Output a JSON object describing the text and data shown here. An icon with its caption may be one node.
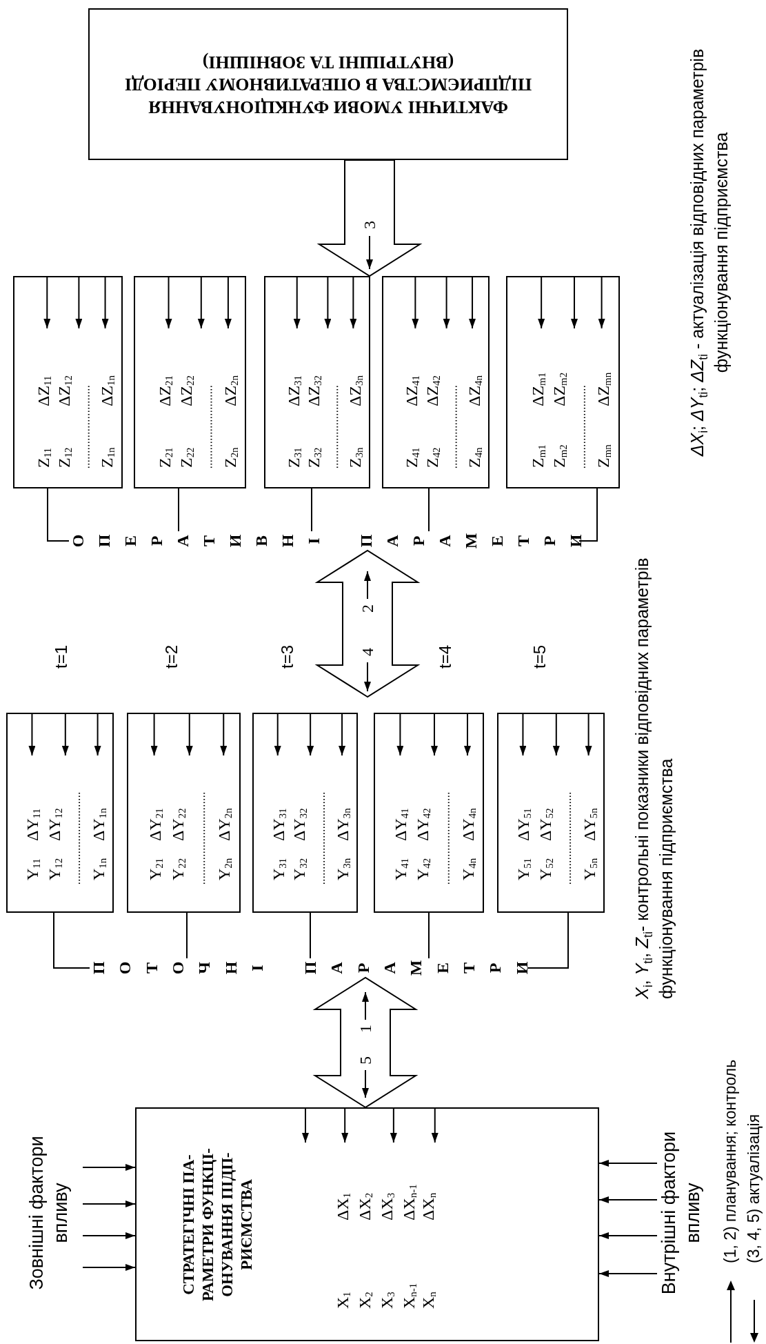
{
  "diagram": {
    "nodes": [
      {
        "text": [
          "ФАКТИЧНІ УМОВИ ФУНКЦІОНУВАННЯ ПІДПРИЄМСТВА В ОПЕРАТИВНОМУ ПЕРІОДІ (ВНУТРІШНІ ТА ЗОВНІШНІ)"
        ]
      },
      {
        "text": [
          "Z$_{11}$",
          "ΔZ$_{11}$",
          "Z$_{12}$",
          "ΔZ$_{12}$",
          "Z$_{1n}$",
          "ΔZ$_{1n}$"
        ]
      },
      {
        "text": [
          "Z$_{21}$",
          "ΔZ$_{21}$",
          "Z$_{22}$",
          "ΔZ$_{22}$",
          "Z$_{2n}$",
          "ΔZ$_{2n}$"
        ]
      },
      {
        "text": [
          "Z$_{31}$",
          "ΔZ$_{31}$",
          "Z$_{32}$",
          "ΔZ$_{32}$",
          "Z$_{3n}$",
          "ΔZ$_{3n}$"
        ]
      },
      {
        "text": [
          "Z$_{41}$",
          "ΔZ$_{41}$",
          "Z$_{42}$",
          "ΔZ$_{42}$",
          "Z$_{4n}$",
          "ΔZ$_{4n}$"
        ]
      },
      {
        "text": [
          "Z$_{m1}$",
          "ΔZ$_{m1}$",
          "Z$_{m2}$",
          "ΔZ$_{m2}$",
          "Z$_{mn}$",
          "ΔZ$_{mn}$"
        ]
      },
      {
        "text": [
          "ОПЕРАТИВНІ ПАРАМЕТРИ"
        ]
      },
      {
        "text": [
          "Y$_{11}$",
          "ΔY$_{11}$",
          "Y$_{12}$",
          "ΔY$_{12}$",
          "Y$_{1n}$",
          "ΔY$_{1n}$"
        ]
      },
      {
        "text": [
          "Y$_{21}$",
          "ΔY$_{21}$",
          "Y$_{22}$",
          "ΔY$_{22}$",
          "Y$_{2n}$",
          "ΔY$_{2n}$"
        ]
      },
      {
        "text": [
          "Y$_{31}$",
          "ΔY$_{31}$",
          "Y$_{32}$",
          "ΔY$_{32}$",
          "Y$_{3n}$",
          "ΔY$_{3n}$"
        ]
      },
      {
        "text": [
          "Y$_{41}$",
          "ΔY$_{41}$",
          "Y$_{42}$",
          "ΔY$_{42}$",
          "Y$_{4n}$",
          "ΔY$_{4n}$"
        ]
      },
      {
        "text": [
          "Y$_{51}$",
          "ΔY$_{51}$",
          "Y$_{52}$",
          "ΔY$_{52}$",
          "Y$_{5n}$",
          "ΔY$_{5n}$"
        ]
      },
      {
        "text": [
          "ПОТОЧНІ ПАРАМЕТРИ"
        ]
      },
      {
        "text": [
          "СТРАТЕГІЧНІ ПА- РАМЕТРИ ФУНКЦІ- ОНУВАННЯ ПІДП- РИЄМСТВА",
          "X$_{1}$",
          "ΔX$_{1}$",
          "X$_{2}$",
          "ΔX$_{2}$",
          "X$_{3}$",
          "ΔX$_{3}$",
          "X$_{n-1}$",
          "ΔX$_{n-1}$",
          "X$_{n}$",
          "ΔX$_{n}$"
        ]
      },
      {
        "text": [
          "Зовнішні фактори впливу"
        ]
      },
      {
        "text": [
          "Внутрішні фактори впливу"
        ]
      }
    ],
    "edges": [
      {
        "from": 0,
        "to": 3,
        "arrow": "to",
        "style": "thick"
      },
      {
        "from": 1,
        "to": 6,
        "arrow": "none"
      },
      {
        "from": 2,
        "to": 6,
        "arrow": "none"
      },
      {
        "from": 3,
        "to": 6,
        "arrow": "none"
      },
      {
        "from": 4,
        "to": 6,
        "arrow": "none"
      },
      {
        "from": 5,
        "to": 6,
        "arrow": "none"
      },
      {
        "from": null,
        "to": 6,
        "arrow": "both",
        "style": "thick"
      },
      {
        "from": 7,
        "to": 12,
        "arrow": "none"
      },
      {
        "from": 8,
        "to": 12,
        "arrow": "none"
      },
      {
        "from": 9,
        "to": 12,
        "arrow": "none"
      },
      {
        "from": 10,
        "to": 12,
        "arrow": "none"
      },
      {
        "from": 11,
        "to": 12,
        "arrow": "none"
      },
      {
        "from": 13,
        "to": 12,
        "arrow": "both",
        "style": "thick"
      },
      {
        "from": 14,
        "to": 13,
        "arrow": "to"
      },
      {
        "from": 14,
        "to": 13,
        "arrow": "to"
      },
      {
        "from": 14,
        "to": 13,
        "arrow": "to"
      },
      {
        "from": 14,
        "to": 13,
        "arrow": "to"
      },
      {
        "from": 15,
        "to": 13,
        "arrow": "to"
      },
      {
        "from": 15,
        "to": 13,
        "arrow": "to"
      },
      {
        "from": 15,
        "to": 13,
        "arrow": "to"
      },
      {
        "from": 15,
        "to": 13,
        "arrow": "to"
      }
    ],
    "labels": [
      "*ΔX*$_{i}$; *ΔY*$_{ti}$; *ΔZ*$_{ti}$ - актуалізація відповідних параметрів функціонування підприємства",
      "3",
      "t=1",
      "t=2",
      "t=3",
      "t=4",
      "t=5",
      "2",
      "4",
      "*X*$_{i}$, *Y*$_{ti}$, *Z*$_{ti}$- контрольні показники відповідних параметрів функціонування підприємства",
      "1",
      "5"
    ],
    "legend": [
      {
        "text": "(1, 2) планування; контроль"
      },
      {
        "text": "(3, 4, 5) актуалізація"
      }
    ]
  }
}
